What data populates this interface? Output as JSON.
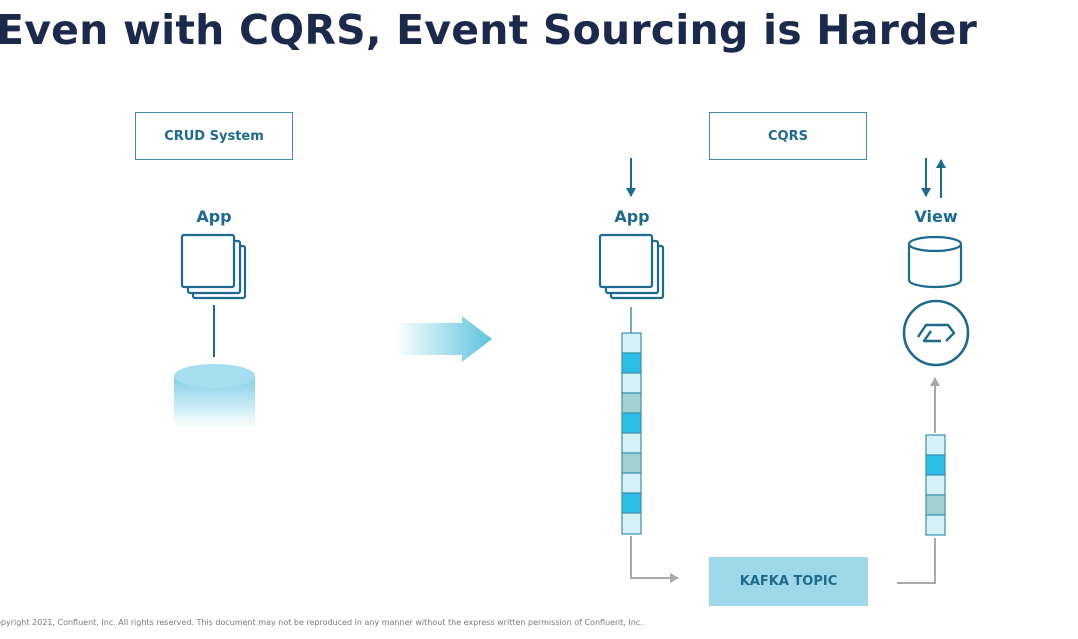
{
  "slide": {
    "title": "Even with CQRS, Event Sourcing is Harder",
    "footer": "opyright 2021, Confluent, Inc. All rights reserved. This document may not be reproduced in any manner without the express written permission of Confluent, Inc."
  },
  "left": {
    "box_label": "CRUD System",
    "app_label": "App"
  },
  "right": {
    "box_label": "CQRS",
    "app_label": "App",
    "view_label": "View",
    "kafka_label": "KAFKA TOPIC"
  },
  "colors": {
    "title": "#1b2a4a",
    "accent": "#1d6a8c",
    "bright": "#2bbde3",
    "muted": "#9fd0d2",
    "light": "#d6f0f7"
  }
}
